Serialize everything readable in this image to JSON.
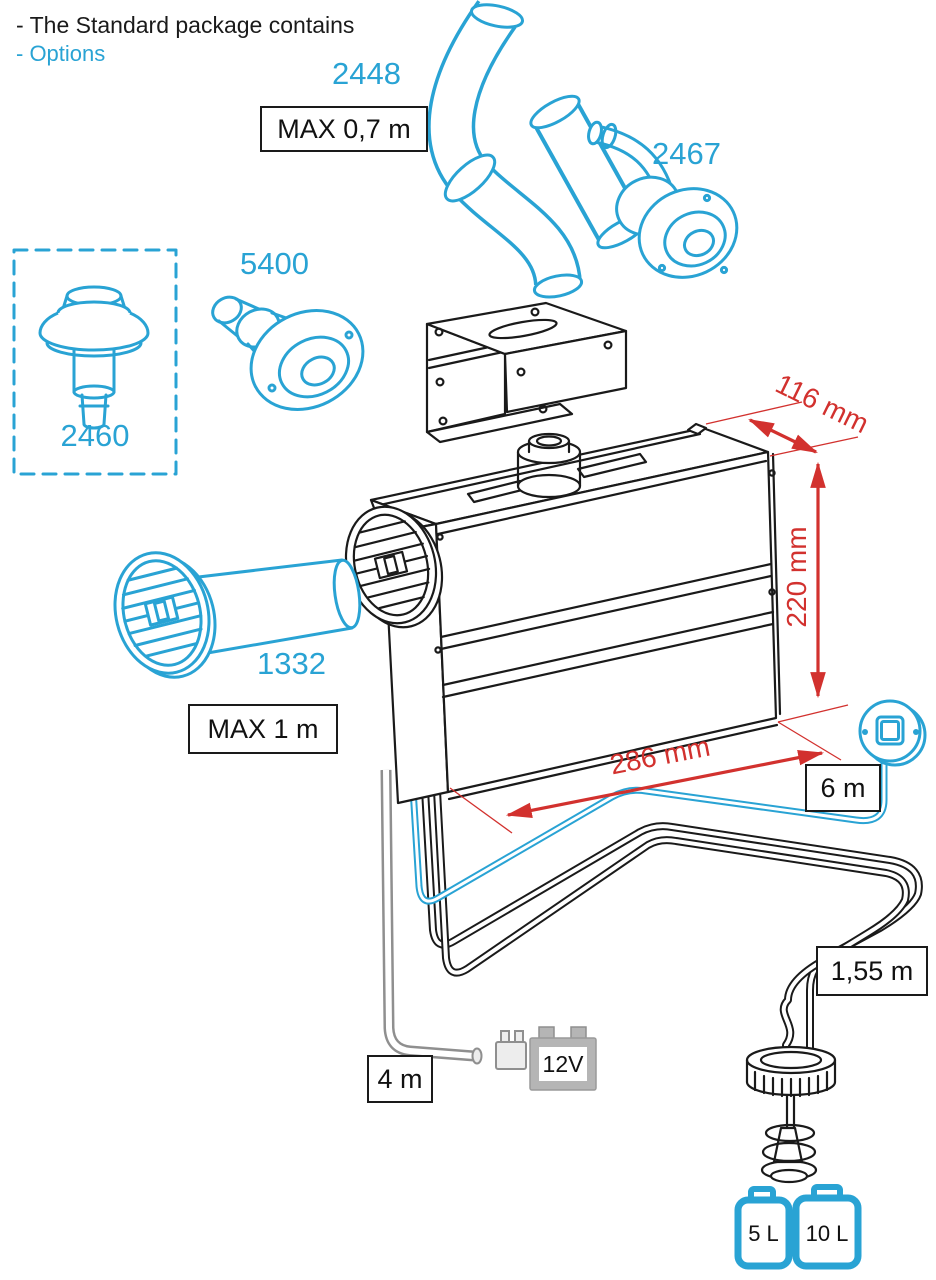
{
  "legend": {
    "standard_line": "- The Standard package contains",
    "options_line": "- Options"
  },
  "parts": {
    "exhaust_hose": "2448",
    "hull_exhaust_fitting": "2467",
    "through_hull_fitting": "5400",
    "deck_fitting_option": "2460",
    "air_vent": "1332"
  },
  "limits": {
    "exhaust_max_length": "MAX 0,7 m",
    "vent_max_length": "MAX 1 m",
    "control_cable_length": "6 m",
    "fuel_hose_length": "1,55 m",
    "power_cable_length": "4 m"
  },
  "dimensions": {
    "depth": "116 mm",
    "height": "220 mm",
    "width": "286 mm"
  },
  "power": {
    "battery_label": "12V"
  },
  "tanks": {
    "small": "5 L",
    "large": "10 L"
  },
  "colors": {
    "option_cyan": "#29a3d4",
    "dimension_red": "#d2312e",
    "line_black": "#1a1a1a",
    "cable_gray": "#8f8f8f"
  }
}
